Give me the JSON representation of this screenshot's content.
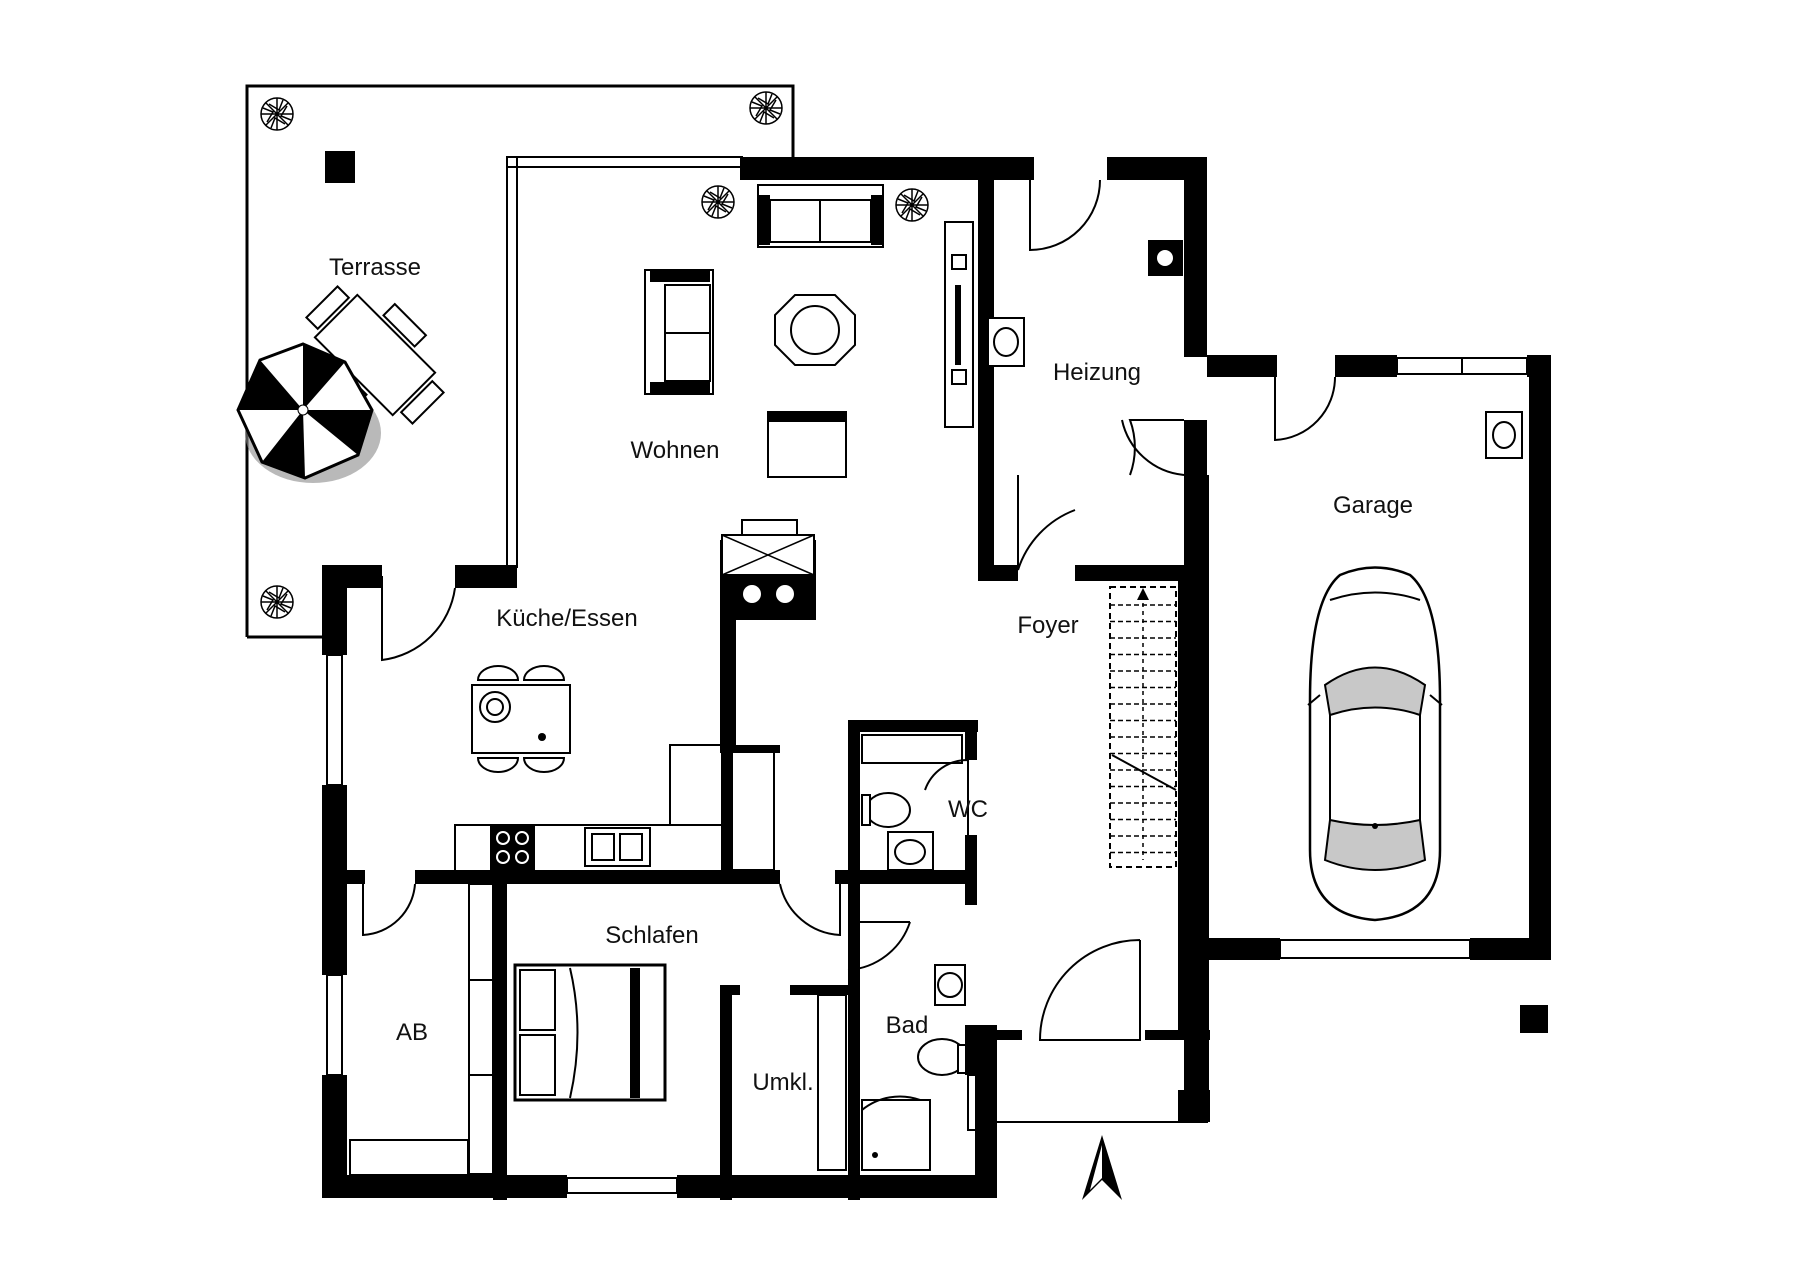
{
  "rooms": {
    "terrasse": "Terrasse",
    "wohnen": "Wohnen",
    "kueche": "Küche/Essen",
    "heizung": "Heizung",
    "garage": "Garage",
    "foyer": "Foyer",
    "wc": "WC",
    "schlafen": "Schlafen",
    "ab": "AB",
    "bad": "Bad",
    "umkl": "Umkl."
  },
  "icons": {
    "plant": "plant-icon",
    "umbrella": "umbrella-icon",
    "car": "car-icon",
    "north_arrow": "north-arrow-icon"
  },
  "colors": {
    "wall": "#000000",
    "background": "#ffffff",
    "car_glass": "#c8c8c8"
  }
}
